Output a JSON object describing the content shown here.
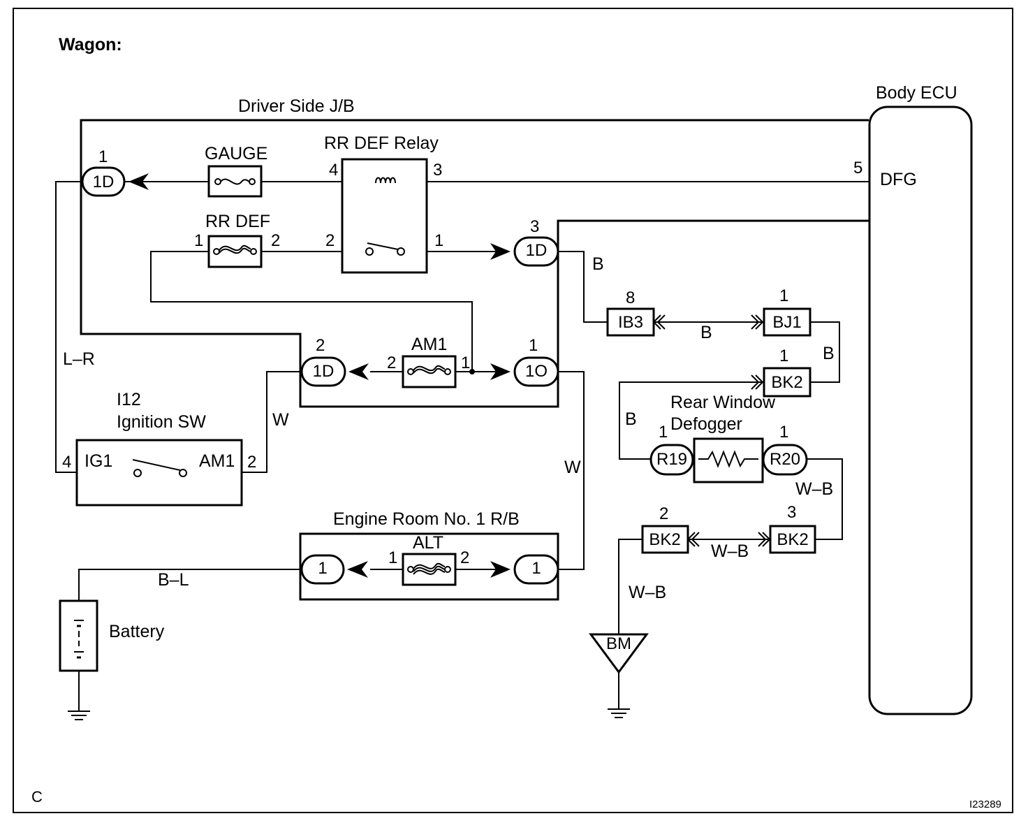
{
  "title": "Wagon:",
  "corner_label": "C",
  "figure_id": "I23289",
  "components": {
    "driver_jb": "Driver Side J/B",
    "body_ecu": "Body ECU",
    "dfg_pin": "DFG",
    "dfg_pin_num": "5",
    "gauge_fuse": "GAUGE",
    "rr_def_relay": "RR DEF Relay",
    "rr_def_fuse": "RR DEF",
    "am1_fuse": "AM1",
    "ignition_id": "I12",
    "ignition_sw": "Ignition SW",
    "ig1": "IG1",
    "am1_sw": "AM1",
    "engine_room_rb": "Engine Room No. 1 R/B",
    "alt_fuse": "ALT",
    "battery": "Battery",
    "rear_window_1": "Rear Window",
    "rear_window_2": "Defogger",
    "ground_bm": "BM"
  },
  "connectors": {
    "c1d_top": "1D",
    "c1d_mid": "1D",
    "c1d_low": "1D",
    "c1o": "1O",
    "er_left": "1",
    "er_right": "1",
    "ib3": "IB3",
    "bj1": "BJ1",
    "bk2_top": "BK2",
    "r19": "R19",
    "r20": "R20",
    "bk2_left": "BK2",
    "bk2_right": "BK2"
  },
  "pins": {
    "p1_1d_top": "1",
    "relay_4": "4",
    "relay_3": "3",
    "relay_2": "2",
    "relay_1": "1",
    "rrdef_1": "1",
    "rrdef_2": "2",
    "p3_1d": "3",
    "p2_1d": "2",
    "am1_2": "2",
    "am1_1": "1",
    "p1_1o": "1",
    "ign_4": "4",
    "ign_2": "2",
    "alt_1": "1",
    "alt_2": "2",
    "ib3_8": "8",
    "bj1_1": "1",
    "bk2_1": "1",
    "r19_1": "1",
    "r20_1": "1",
    "bk2l_2": "2",
    "bk2r_3": "3"
  },
  "wire_colors": {
    "lr": "L–R",
    "w_ign": "W",
    "w_alt": "W",
    "bl": "B–L",
    "b_1d": "B",
    "b_ib3": "B",
    "b_bj1": "B",
    "b_r19": "B",
    "wb_r20": "W–B",
    "wb_mid": "W–B",
    "wb_gnd": "W–B"
  }
}
